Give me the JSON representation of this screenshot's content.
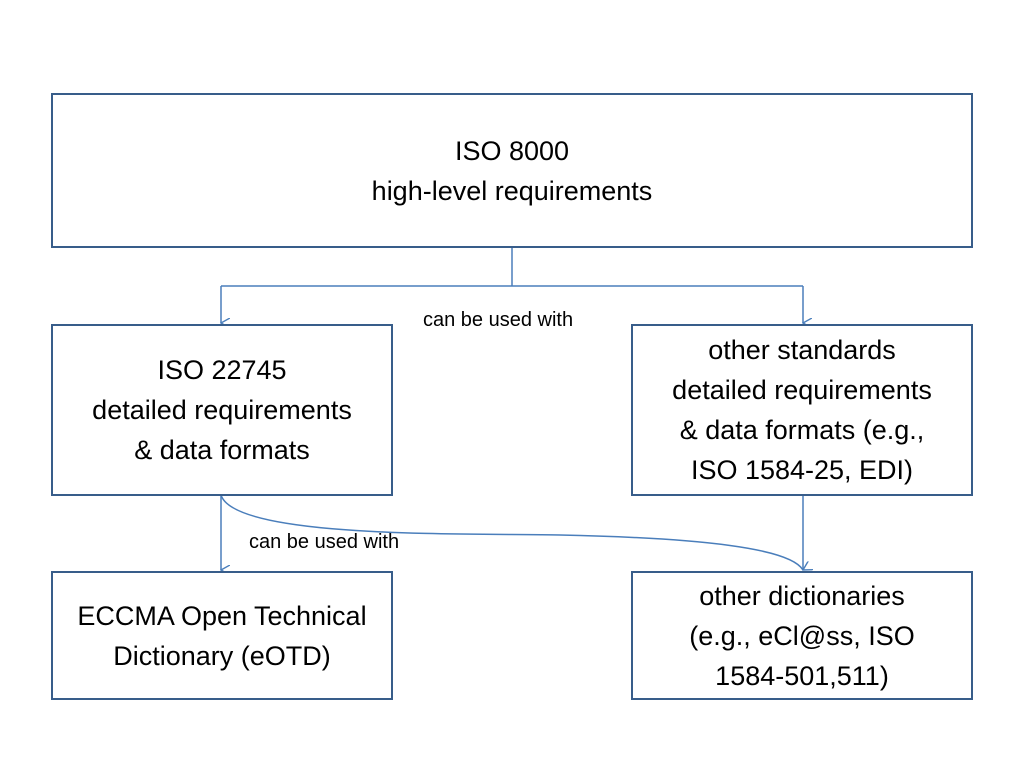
{
  "boxes": {
    "iso8000": {
      "lines": [
        "ISO 8000",
        "high-level requirements"
      ]
    },
    "iso22745": {
      "lines": [
        "ISO 22745",
        "detailed requirements",
        "& data formats"
      ]
    },
    "other_standards": {
      "lines": [
        "other standards",
        "detailed requirements",
        "& data formats (e.g.,",
        "ISO 1584-25, EDI)"
      ]
    },
    "eotd": {
      "lines": [
        "ECCMA Open Technical",
        "Dictionary (eOTD)"
      ]
    },
    "other_dictionaries": {
      "lines": [
        "other dictionaries",
        "(e.g., eCl@ss, ISO",
        "1584-501,511)"
      ]
    }
  },
  "connector_labels": {
    "top": "can be used with",
    "bottom": "can be used with"
  },
  "colors": {
    "box_border": "#385d8a",
    "connector": "#4a7ebb"
  }
}
